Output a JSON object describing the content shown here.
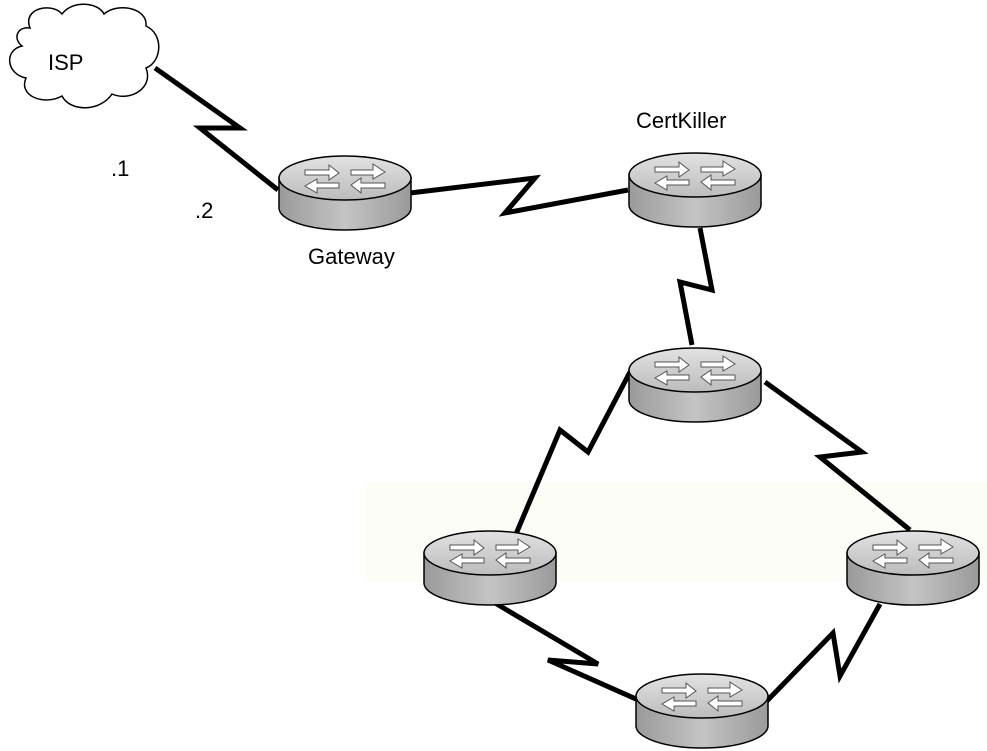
{
  "diagram": {
    "cloud": {
      "label": "ISP"
    },
    "interfaces": {
      "isp_side": ".1",
      "gateway_side": ".2"
    },
    "routers": [
      {
        "id": "gateway",
        "label": "Gateway"
      },
      {
        "id": "certkiller",
        "label": "CertKiller"
      },
      {
        "id": "hub",
        "label": ""
      },
      {
        "id": "left",
        "label": ""
      },
      {
        "id": "right",
        "label": ""
      },
      {
        "id": "bottom",
        "label": ""
      }
    ],
    "links": [
      {
        "from": "isp",
        "to": "gateway",
        "type": "serial"
      },
      {
        "from": "gateway",
        "to": "certkiller",
        "type": "serial"
      },
      {
        "from": "certkiller",
        "to": "hub",
        "type": "serial"
      },
      {
        "from": "hub",
        "to": "left",
        "type": "serial"
      },
      {
        "from": "hub",
        "to": "right",
        "type": "serial"
      },
      {
        "from": "left",
        "to": "bottom",
        "type": "serial"
      },
      {
        "from": "right",
        "to": "bottom",
        "type": "serial"
      }
    ],
    "colors": {
      "router_body": "#b4b4b4",
      "router_top": "#d2d2d2",
      "line": "#000000",
      "cloud_fill": "#ffffff"
    }
  }
}
